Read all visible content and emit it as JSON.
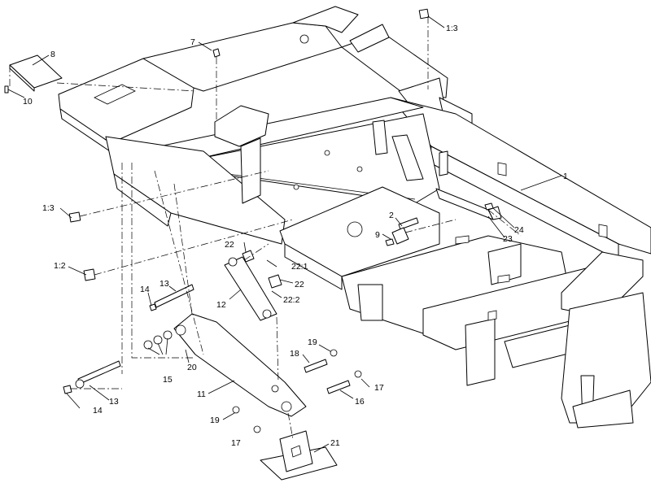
{
  "callouts": [
    {
      "id": "c1",
      "text": "1"
    },
    {
      "id": "c2",
      "text": "2"
    },
    {
      "id": "c7",
      "text": "7"
    },
    {
      "id": "c8",
      "text": "8"
    },
    {
      "id": "c9",
      "text": "9"
    },
    {
      "id": "c10",
      "text": "10"
    },
    {
      "id": "c11",
      "text": "11"
    },
    {
      "id": "c12",
      "text": "12"
    },
    {
      "id": "c13a",
      "text": "13"
    },
    {
      "id": "c13b",
      "text": "13"
    },
    {
      "id": "c14a",
      "text": "14"
    },
    {
      "id": "c14b",
      "text": "14"
    },
    {
      "id": "c15",
      "text": "15"
    },
    {
      "id": "c16",
      "text": "16"
    },
    {
      "id": "c17a",
      "text": "17"
    },
    {
      "id": "c17b",
      "text": "17"
    },
    {
      "id": "c18",
      "text": "18"
    },
    {
      "id": "c19a",
      "text": "19"
    },
    {
      "id": "c19b",
      "text": "19"
    },
    {
      "id": "c20",
      "text": "20"
    },
    {
      "id": "c21",
      "text": "21"
    },
    {
      "id": "c22a",
      "text": "22"
    },
    {
      "id": "c22b",
      "text": "22"
    },
    {
      "id": "c22_1",
      "text": "22:1"
    },
    {
      "id": "c22_2",
      "text": "22:2"
    },
    {
      "id": "c23",
      "text": "23"
    },
    {
      "id": "c24",
      "text": "24"
    },
    {
      "id": "c13_top",
      "text": "1:3"
    },
    {
      "id": "c13_left",
      "text": "1:3"
    },
    {
      "id": "c12_left",
      "text": "1:2"
    }
  ]
}
